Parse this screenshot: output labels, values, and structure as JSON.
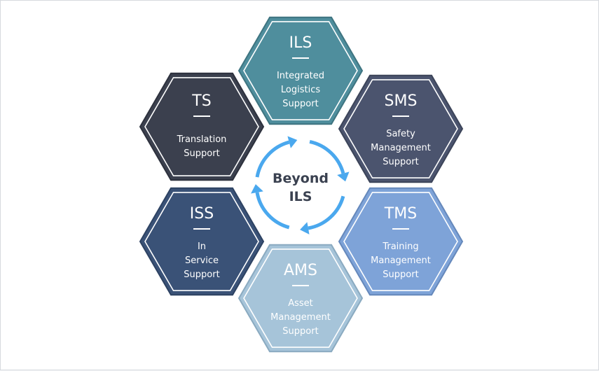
{
  "center": {
    "line1": "Beyond",
    "line2": "ILS"
  },
  "colors": {
    "arrows": "#4aa8ee",
    "hex_outline": "#ffffff"
  },
  "hexagons": [
    {
      "id": "ils",
      "abbr": "ILS",
      "desc": [
        "Integrated",
        "Logistics",
        "Support"
      ],
      "fill": "#4f8e9d",
      "stroke": "#3e7480"
    },
    {
      "id": "sms",
      "abbr": "SMS",
      "desc": [
        "Safety",
        "Management",
        "Support"
      ],
      "fill": "#4b546e",
      "stroke": "#3c4459"
    },
    {
      "id": "tms",
      "abbr": "TMS",
      "desc": [
        "Training",
        "Management",
        "Support"
      ],
      "fill": "#7ea3d8",
      "stroke": "#6588bb"
    },
    {
      "id": "ams",
      "abbr": "AMS",
      "desc": [
        "Asset",
        "Management",
        "Support"
      ],
      "fill": "#a6c4d9",
      "stroke": "#8aaac0"
    },
    {
      "id": "iss",
      "abbr": "ISS",
      "desc": [
        "In",
        "Service",
        "Support"
      ],
      "fill": "#3a5277",
      "stroke": "#2d4262"
    },
    {
      "id": "ts",
      "abbr": "TS",
      "desc": [
        "Translation",
        "Support"
      ],
      "fill": "#3b404e",
      "stroke": "#2d313d"
    }
  ]
}
